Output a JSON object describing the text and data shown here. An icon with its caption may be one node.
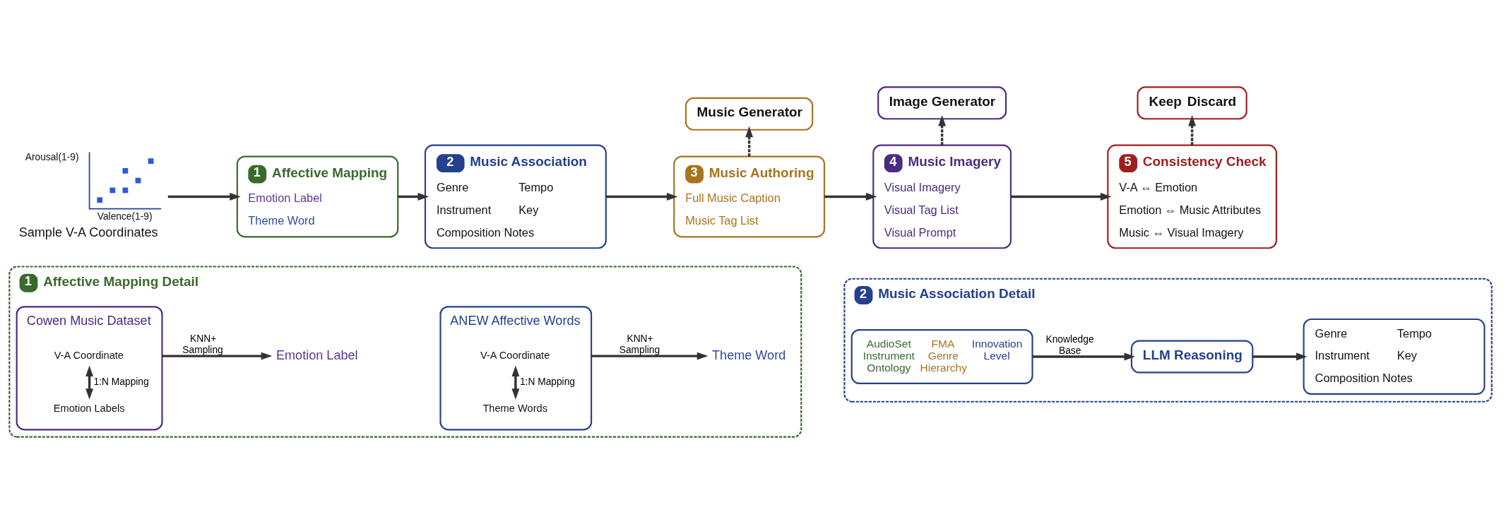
{
  "diagram": {
    "nodes": [
      {
        "text": [
          "Arousal(1-9)",
          "Valence(1-9)"
        ],
        "beside": [
          "Sample V-A Coordinates"
        ]
      },
      {
        "text": [
          "1",
          "Affective Mapping",
          "Emotion Label",
          "Theme Word"
        ]
      },
      {
        "text": [
          "2",
          "Music Association",
          "Genre",
          "Tempo",
          "Instrument",
          "Key",
          "Composition Notes"
        ]
      },
      {
        "text": [
          "3",
          "Music Authoring",
          "Full Music Caption",
          "Music Tag List"
        ]
      },
      {
        "text": [
          "Music Generator"
        ]
      },
      {
        "text": [
          "4",
          "Music Imagery",
          "Visual Imagery",
          "Visual Tag List",
          "Visual Prompt"
        ]
      },
      {
        "text": [
          "Image Generator"
        ]
      },
      {
        "text": [
          "5",
          "Consistency Check",
          "V-A ⇔ Emotion",
          "Emotion ⇔ Music Attributes",
          "Music ⇔ Visual Imagery"
        ]
      },
      {
        "text": [
          "Keep",
          "Discard"
        ]
      },
      {
        "text": [
          "1",
          "Affective Mapping Detail"
        ]
      },
      {
        "text": [
          "Cowen Music Dataset"
        ],
        "in": 9
      },
      {
        "text": [
          "V-A Coordinate"
        ],
        "in": 10
      },
      {
        "text": [
          "Emotion Labels"
        ],
        "in": 10
      },
      {
        "text": [
          "Emotion Label"
        ],
        "in": 9
      },
      {
        "text": [
          "ANEW Affective Words"
        ],
        "in": 9
      },
      {
        "text": [
          "V-A Coordinate"
        ],
        "in": 14
      },
      {
        "text": [
          "Theme Words"
        ],
        "in": 14
      },
      {
        "text": [
          "Theme Word"
        ],
        "in": 9
      },
      {
        "text": [
          "2",
          "Music Association Detail"
        ]
      },
      {
        "text": [
          "AudioSet Instrument Ontology",
          "FMA Genre Hierarchy",
          "Innovation Level"
        ],
        "in": 18
      },
      {
        "text": [
          "LLM Reasoning"
        ],
        "in": 18
      },
      {
        "text": [
          "Genre",
          "Tempo",
          "Instrument",
          "Key",
          "Composition Notes"
        ],
        "in": 18
      }
    ],
    "edges": [
      {
        "from": 0,
        "to": 1,
        "arrow": "to"
      },
      {
        "from": 1,
        "to": 2,
        "arrow": "to"
      },
      {
        "from": 2,
        "to": 3,
        "arrow": "to"
      },
      {
        "from": 3,
        "to": 4,
        "arrow": "to",
        "style": "dashed"
      },
      {
        "from": 3,
        "to": 5,
        "arrow": "to"
      },
      {
        "from": 5,
        "to": 6,
        "arrow": "to",
        "style": "dashed"
      },
      {
        "from": 5,
        "to": 7,
        "arrow": "to"
      },
      {
        "from": 7,
        "to": 8,
        "arrow": "to",
        "style": "dashed"
      },
      {
        "from": 12,
        "to": 11,
        "arrow": "both",
        "label": "1:N Mapping"
      },
      {
        "from": 10,
        "to": 13,
        "arrow": "to",
        "label": "KNN+ Sampling"
      },
      {
        "from": 16,
        "to": 15,
        "arrow": "both",
        "label": "1:N Mapping"
      },
      {
        "from": 14,
        "to": 17,
        "arrow": "to",
        "label": "KNN+ Sampling"
      },
      {
        "from": 19,
        "to": 20,
        "arrow": "to",
        "label": "Knowledge Base"
      },
      {
        "from": 20,
        "to": 21,
        "arrow": "to"
      }
    ]
  }
}
